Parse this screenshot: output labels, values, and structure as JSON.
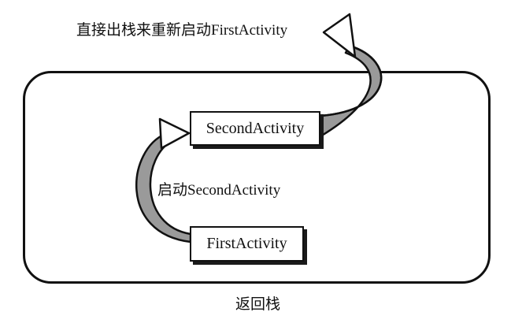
{
  "diagram": {
    "top_label": "直接出栈来重新启动FirstActivity",
    "launch_label": "启动SecondActivity",
    "stack_label": "返回栈",
    "second_activity": "SecondActivity",
    "first_activity": "FirstActivity"
  },
  "colors": {
    "stroke": "#111111",
    "arrow_shade": "#9a9a9a",
    "background": "#ffffff"
  },
  "icons": {
    "launch_arrow": "curved-arrow-up",
    "return_arrow": "curved-arrow-up"
  }
}
